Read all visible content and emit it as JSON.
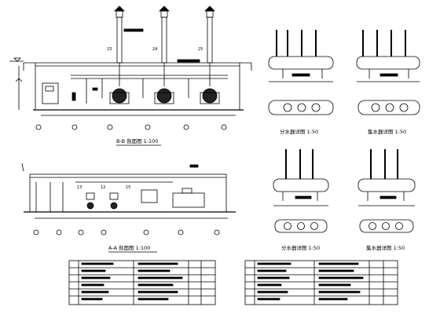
{
  "colors": {
    "ink": "#000000",
    "paper": "#ffffff",
    "fill": "#222222"
  },
  "drawing": {
    "section_bb": {
      "title": "B-B 剖面图 1:100",
      "stack_tags": [
        "23",
        "24",
        "25"
      ]
    },
    "section_aa": {
      "title": "A-A 剖面图 1:100",
      "tags": [
        "13",
        "12",
        "15"
      ]
    },
    "header_top_left": {
      "title": "分水器详图 1:50"
    },
    "header_top_right": {
      "title": "集水器详图 1:50"
    },
    "header_bottom_left": {
      "title": "分水器详图 1:50"
    },
    "header_bottom_right": {
      "title": "集水器详图 1:50"
    }
  }
}
